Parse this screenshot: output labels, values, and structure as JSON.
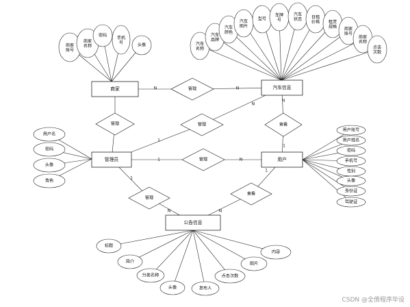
{
  "entities": {
    "merchant": "商家",
    "car_info": "汽车信息",
    "admin": "管理员",
    "user": "用户",
    "notice": "公告信息"
  },
  "relationships": {
    "merchant_car": "管理",
    "merchant_admin": "管理",
    "admin_car": "管理",
    "admin_user": "管理",
    "admin_notice": "管理",
    "user_car": "查看",
    "user_notice": "查看"
  },
  "cardinality": {
    "one": "1",
    "many": "N"
  },
  "attributes": {
    "merchant": [
      "商家账号",
      "商家名称",
      "密码",
      "手机号",
      "头像"
    ],
    "car_info": [
      "汽车名称",
      "汽车品牌",
      "汽车颜色",
      "汽车图片",
      "型号",
      "车牌号",
      "汽车状态",
      "日租价格",
      "租赁规格",
      "商家账号",
      "商家名称",
      "点击次数"
    ],
    "admin": [
      "用户名",
      "密码",
      "头像",
      "角色"
    ],
    "user": [
      "用户账号",
      "用户姓名",
      "密码",
      "手机号",
      "性别",
      "头像",
      "身份证",
      "驾驶证"
    ],
    "notice": [
      "标题",
      "简介",
      "分类名称",
      "头像",
      "发布人",
      "点击次数",
      "图片",
      "内容"
    ]
  },
  "watermark": "CSDN @全傍程序毕设"
}
